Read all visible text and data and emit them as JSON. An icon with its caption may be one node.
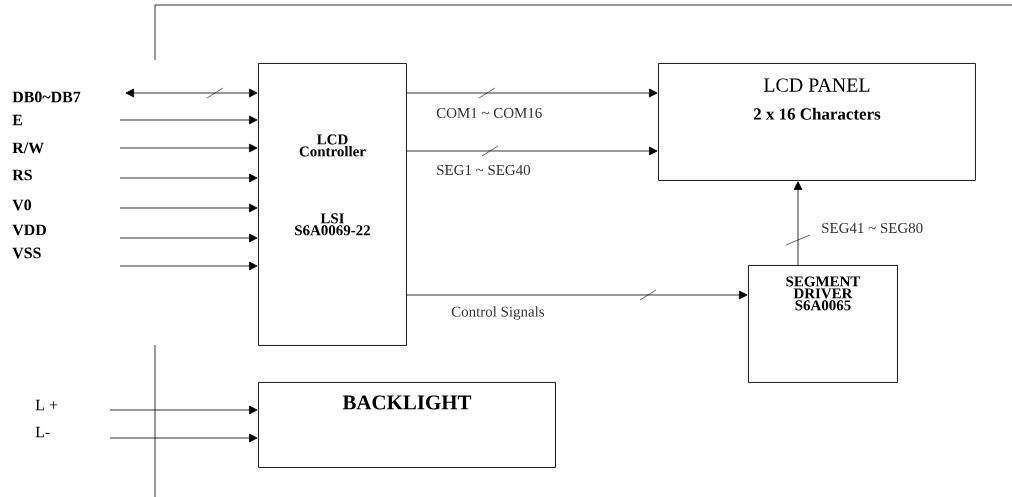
{
  "diagram": {
    "nodes": [
      {
        "text": [
          "LCD Controller",
          "LSI S6A0069-22"
        ]
      },
      {
        "text": [
          "LCD PANEL",
          "2 x 16 Characters"
        ]
      },
      {
        "text": [
          "SEGMENT DRIVER S6A0065"
        ]
      },
      {
        "text": [
          "BACKLIGHT"
        ]
      }
    ],
    "edges": [
      {
        "from": null,
        "to": 0,
        "arrow": "both"
      },
      {
        "from": null,
        "to": 0,
        "arrow": "to"
      },
      {
        "from": null,
        "to": 0,
        "arrow": "to"
      },
      {
        "from": null,
        "to": 0,
        "arrow": "to"
      },
      {
        "from": null,
        "to": 0,
        "arrow": "to"
      },
      {
        "from": null,
        "to": 0,
        "arrow": "to"
      },
      {
        "from": null,
        "to": 0,
        "arrow": "to"
      },
      {
        "from": 0,
        "to": 1,
        "arrow": "to",
        "label": "COM1 ~ COM16"
      },
      {
        "from": 0,
        "to": 1,
        "arrow": "to",
        "label": "SEG1 ~ SEG40"
      },
      {
        "from": 0,
        "to": 2,
        "arrow": "to",
        "label": "Control Signals"
      },
      {
        "from": 2,
        "to": 1,
        "arrow": "to",
        "label": "SEG41 ~ SEG80"
      },
      {
        "from": null,
        "to": 3,
        "arrow": "to"
      },
      {
        "from": null,
        "to": 3,
        "arrow": "to"
      }
    ],
    "labels": [
      "DB0~DB7",
      "E",
      "R/W",
      "RS",
      "V0",
      "VDD",
      "VSS",
      "L +",
      "L-"
    ]
  }
}
